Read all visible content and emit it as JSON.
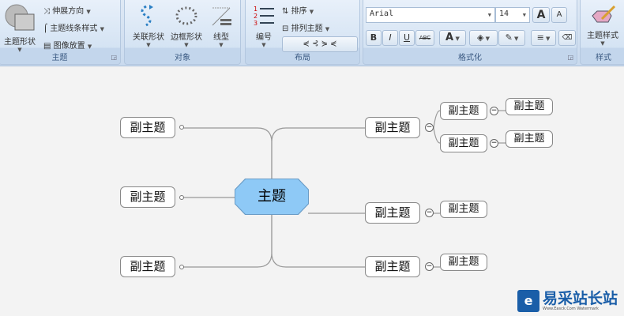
{
  "ribbon": {
    "theme_group": {
      "label": "主题",
      "shape": "主题形状",
      "direction": "伸展方向",
      "line_style": "主题线条样式",
      "image_place": "图像放置"
    },
    "object_group": {
      "label": "对象",
      "relation": "关联形状",
      "boundary": "边框形状",
      "line_type": "线型"
    },
    "layout_group": {
      "label": "布局",
      "numbering": "编号",
      "sort": "排序",
      "arrange": "排列主题"
    },
    "format_group": {
      "label": "格式化",
      "font": "Arial",
      "size": "14",
      "bold": "B",
      "italic": "I",
      "underline": "U",
      "strike": "ABC",
      "font_color": "A",
      "grow": "A",
      "shrink": "A"
    },
    "style_group": {
      "label": "样式",
      "theme_style": "主题样式"
    }
  },
  "map": {
    "central": "主题",
    "sub": "副主题",
    "sub_small": "副主题",
    "collapse": "−"
  },
  "watermark": {
    "text": "易采站长站",
    "sub": "Www.Easck.Com  Watermark"
  }
}
